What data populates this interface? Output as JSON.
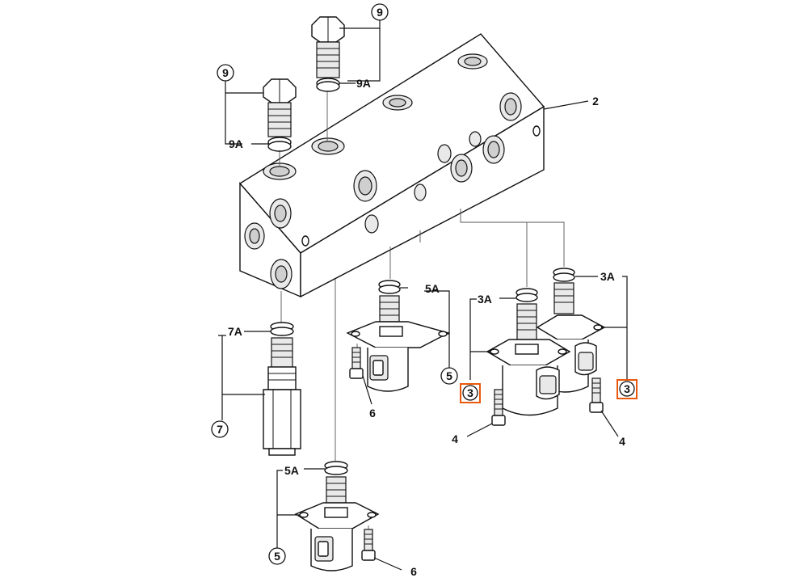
{
  "diagram": {
    "highlight_color": "#e8590c",
    "labels": {
      "block": "2",
      "plug_top": "9",
      "plug_top_seal": "9A",
      "plug_left": "9",
      "plug_left_seal": "9A",
      "valve_7": "7",
      "valve_7_seal": "7A",
      "solenoid_mid": "5",
      "solenoid_mid_seal": "5A",
      "screw_mid": "6",
      "solenoid_bottom": "5",
      "solenoid_bottom_seal": "5A",
      "screw_bottom": "6",
      "cartridge_left": "3",
      "cartridge_left_seal": "3A",
      "cartridge_right": "3",
      "cartridge_right_seal": "3A",
      "screw_left": "4",
      "screw_right": "4"
    }
  }
}
